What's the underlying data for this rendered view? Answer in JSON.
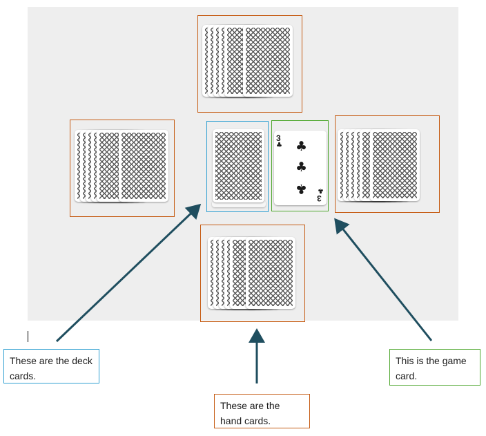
{
  "labels": {
    "deck": "These are the deck cards.",
    "hand": "These are the hand cards.",
    "game": "This is the game card."
  },
  "game_card": {
    "rank": "3",
    "suit": "♣"
  },
  "colors": {
    "hand_border": "#c55a11",
    "deck_border": "#2e9fd1",
    "game_border": "#4ea72e",
    "arrow": "#1f4e5f",
    "table": "#eeeeee"
  },
  "icons": {
    "card_back": "crosshatch-card-back",
    "suit": "club-icon"
  }
}
